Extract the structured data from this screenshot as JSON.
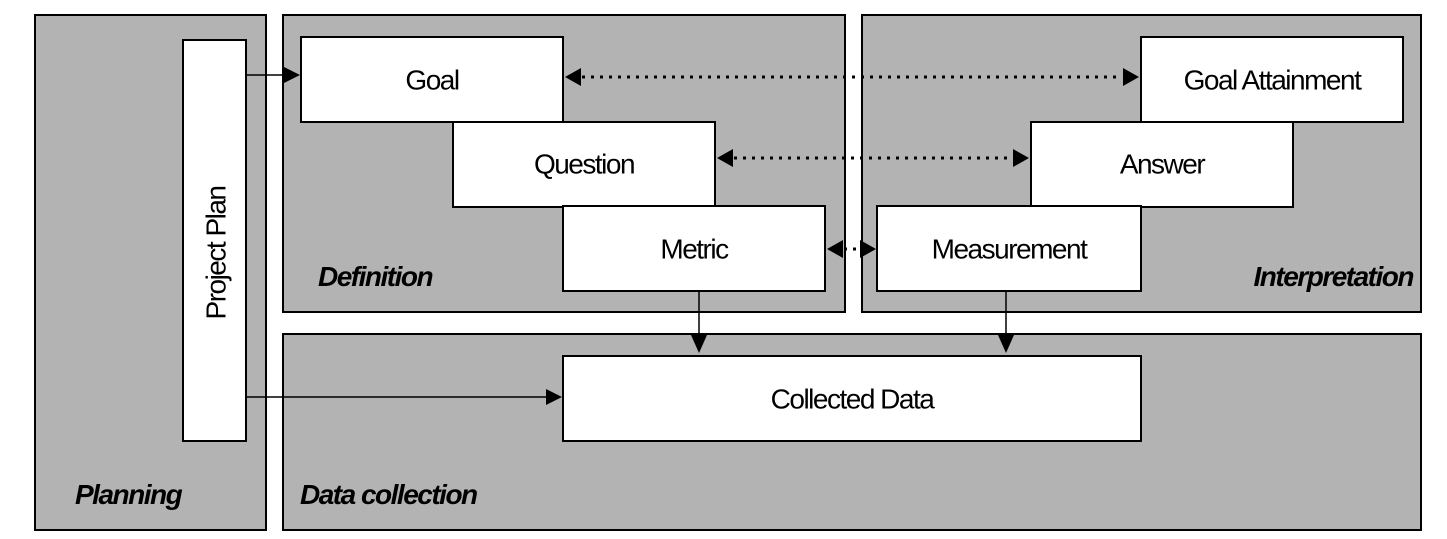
{
  "phases": {
    "planning": "Planning",
    "definition": "Definition",
    "interpretation": "Interpretation",
    "data_collection": "Data collection"
  },
  "boxes": {
    "project_plan": "Project Plan",
    "goal": "Goal",
    "question": "Question",
    "metric": "Metric",
    "goal_attainment": "Goal Attainment",
    "answer": "Answer",
    "measurement": "Measurement",
    "collected_data": "Collected Data"
  },
  "colors": {
    "phase_fill": "#b3b3b3",
    "box_fill": "#ffffff",
    "stroke": "#000000"
  }
}
